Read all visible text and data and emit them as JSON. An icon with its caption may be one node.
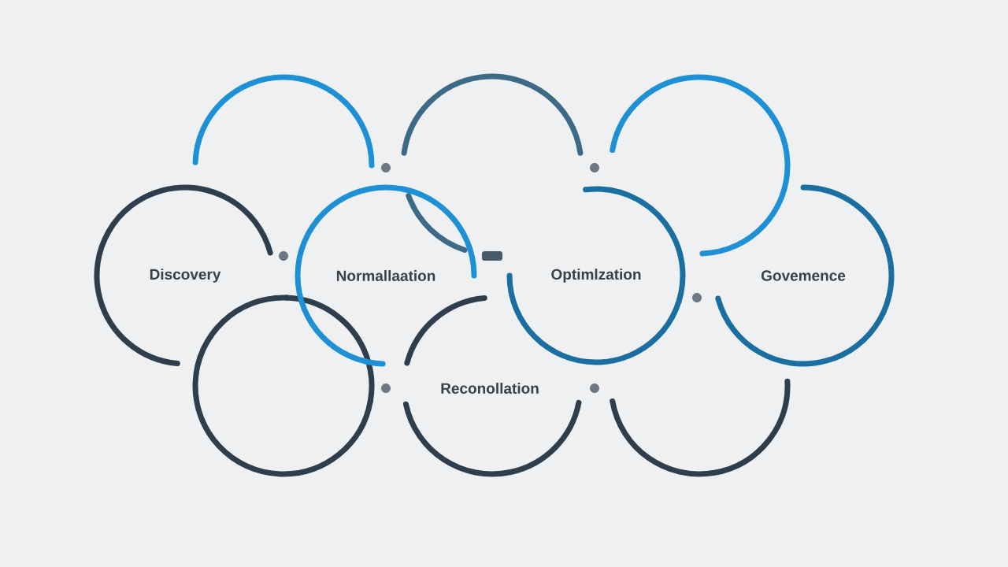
{
  "diagram": {
    "nodes": [
      {
        "text": [
          "Discovery"
        ]
      },
      {
        "text": [
          "Normallaation"
        ]
      },
      {
        "text": [
          "Optimlzation"
        ]
      },
      {
        "text": [
          "Govemence"
        ]
      }
    ],
    "labels": [
      "Reconollation"
    ]
  }
}
